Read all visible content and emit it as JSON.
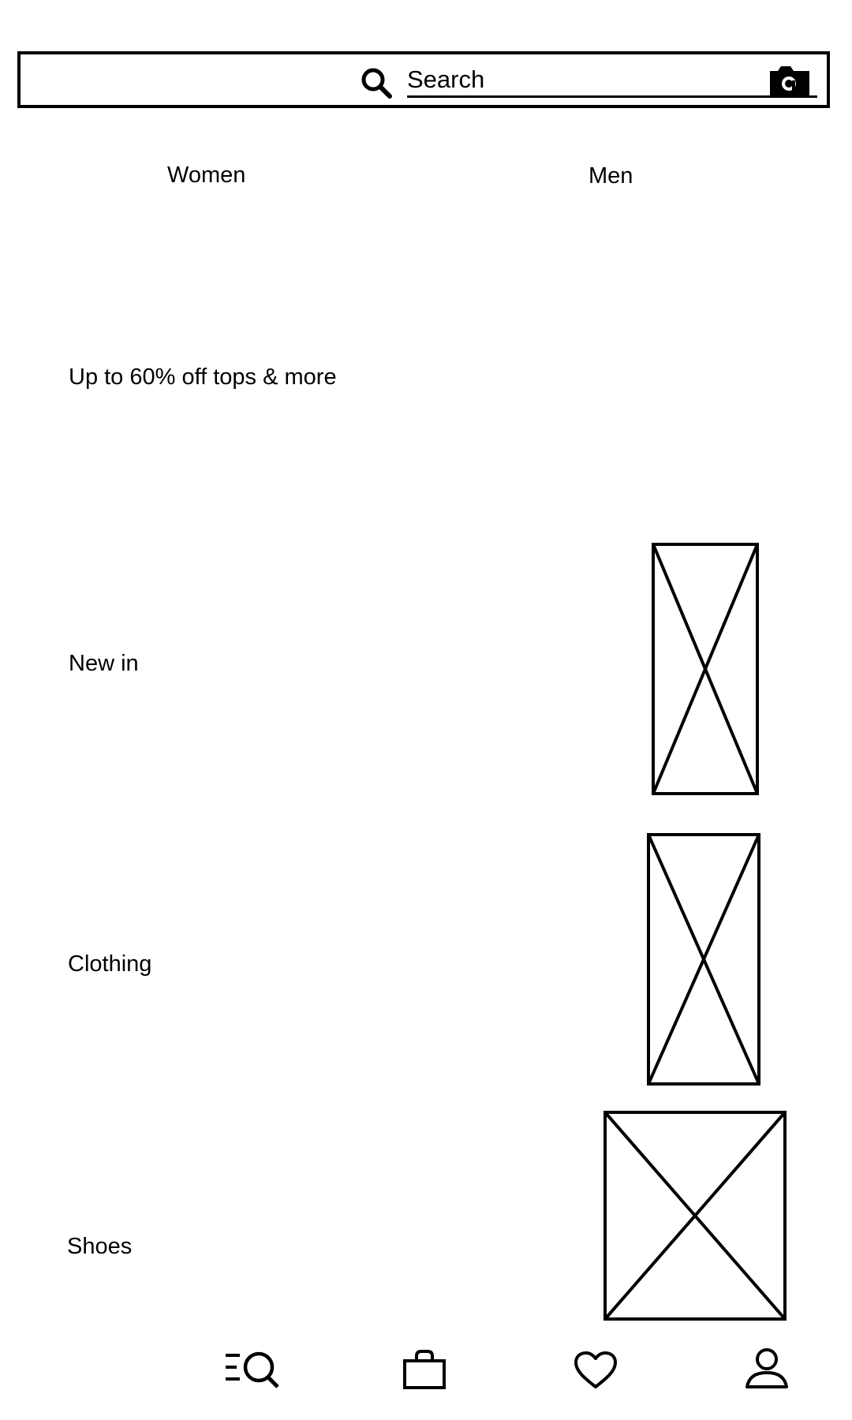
{
  "search": {
    "placeholder": "Search",
    "icon": "search-icon",
    "camera_icon": "camera-icon"
  },
  "tabs": [
    {
      "label": "Women"
    },
    {
      "label": "Men"
    }
  ],
  "promo": {
    "text": "Up to 60% off tops & more"
  },
  "categories": [
    {
      "label": "New in",
      "image": "image-placeholder"
    },
    {
      "label": "Clothing",
      "image": "image-placeholder"
    },
    {
      "label": "Shoes",
      "image": "image-placeholder"
    }
  ],
  "bottom_nav": [
    {
      "icon": "browse-search-icon"
    },
    {
      "icon": "shopping-bag-icon"
    },
    {
      "icon": "heart-icon"
    },
    {
      "icon": "profile-icon"
    }
  ]
}
